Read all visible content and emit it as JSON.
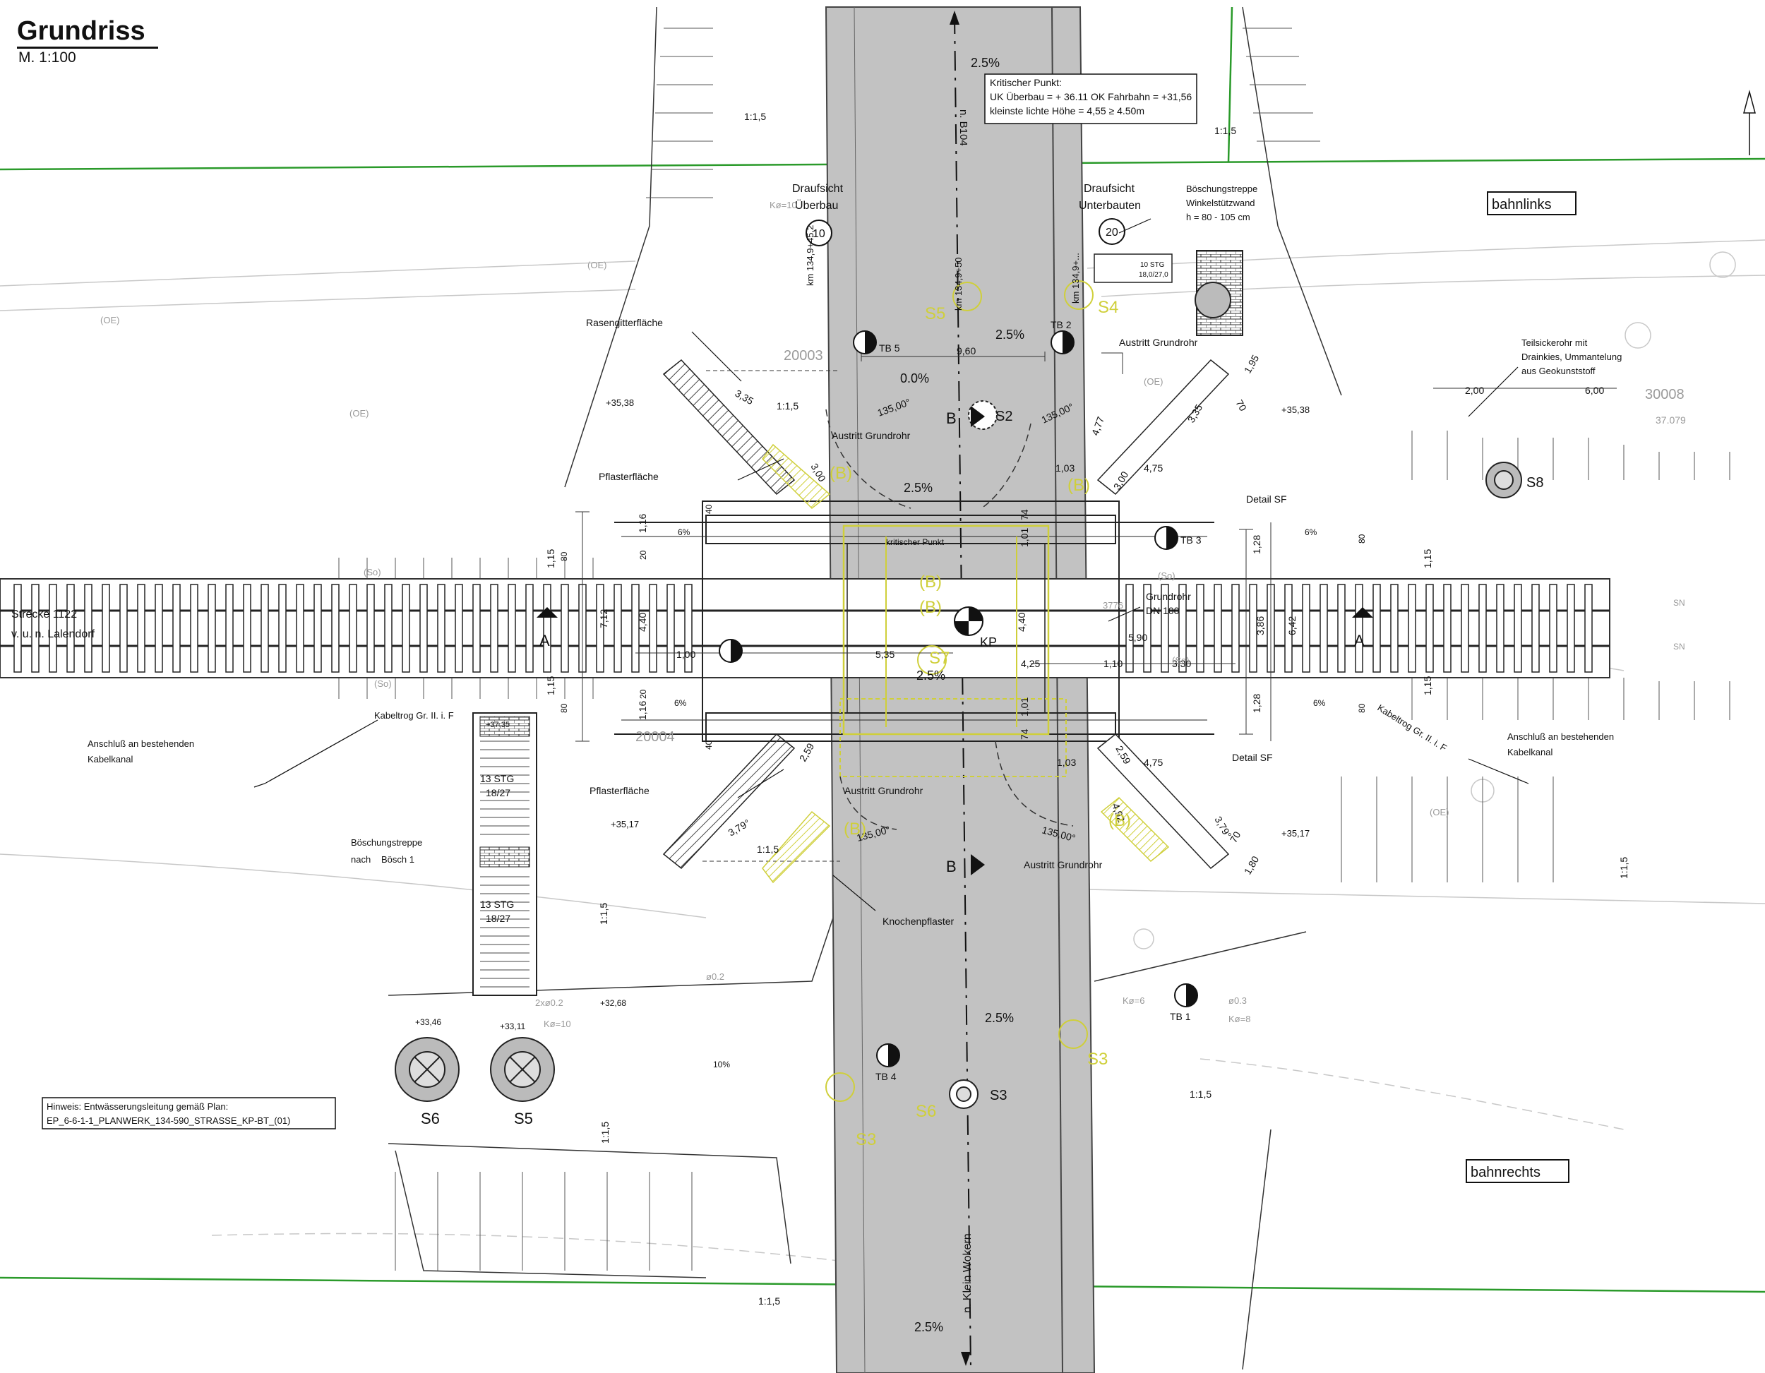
{
  "header": {
    "title": "Grundriss",
    "scale": "M. 1:100"
  },
  "roads": {
    "north": "n. B104",
    "south": "n. Klein Wokern",
    "track_line": "Strecke 1122",
    "track_from": "v. u. n. Lalendorf"
  },
  "critical_point": {
    "heading": "Kritischer Punkt:",
    "line1": "UK Überbau = + 36.11   OK Fahrbahn = +31,56",
    "line2": "kleinste lichte Höhe = 4,55     ≥ 4.50m",
    "marker": "kritischer Punkt"
  },
  "views": {
    "top_left_title1": "Draufsicht",
    "top_left_title2": "Überbau",
    "top_left_number": "10",
    "top_right_title1": "Draufsicht",
    "top_right_title2": "Unterbauten",
    "top_right_number": "20"
  },
  "sides": {
    "left": "bahnlinks",
    "right": "bahnrechts"
  },
  "stations": {
    "km1": "km 134,9+45,2",
    "km2": "km 134,9+50",
    "km3": "km 134,9+..."
  },
  "labels": {
    "rasengitter": "Rasengitterfläche",
    "pflaster_top": "Pflasterfläche",
    "pflaster_bottom": "Pflasterfläche",
    "knochen": "Knochenpflaster",
    "austritt_tl": "Austritt Grundrohr",
    "austritt_tr": "Austritt Grundrohr",
    "austritt_bl": "Austritt Grundrohr",
    "austritt_br": "Austritt Grundrohr",
    "boesch_top_1": "Böschungstreppe",
    "boesch_top_2": "Winkelstützwand",
    "boesch_top_3": "h = 80 - 105 cm",
    "boesch_bot_1": "Böschungstreppe",
    "boesch_bot_2": "nach",
    "boesch_bot_3": "Bösch 1",
    "sicker_1": "Teilsickerohr mit",
    "sicker_2": "Drainkies, Ummantelung",
    "sicker_3": "aus Geokunststoff",
    "grundrohr_1": "Grundrohr",
    "grundrohr_2": "DN 100",
    "detail_sf_top": "Detail SF",
    "detail_sf_bot": "Detail SF",
    "kabeltrog_left": "Kabeltrog Gr. II. i. F",
    "kabeltrog_right": "Kabeltrog Gr. II. i. F",
    "anschluss_l1": "Anschluß an bestehenden",
    "anschluss_l2": "Kabelkanal",
    "anschluss_r1": "Anschluß an bestehenden",
    "anschluss_r2": "Kabelkanal",
    "stg_top": "13 STG",
    "stg_top_dim": "18/27",
    "stg_bot": "13 STG",
    "stg_bot_dim": "18/27",
    "stg_small": "10 STG",
    "stg_small_dim": "18,0/27,0",
    "hinweis_1": "Hinweis: Entwässerungsleitung gemäß Plan:",
    "hinweis_2": "EP_6-6-1-1_PLANWERK_134-590_STRASSE_KP-BT_(01)"
  },
  "markers": {
    "tb": [
      "TB 1",
      "TB 2",
      "TB 3",
      "TB 4",
      "TB 5"
    ],
    "s": [
      "S2",
      "S3",
      "S5",
      "S6",
      "S8"
    ],
    "kp": "KP",
    "section_a": "A",
    "section_b": "B"
  },
  "dims": {
    "slope": "2.5%",
    "slope0": "0.0%",
    "ratio": "1:1,5",
    "angle": "135,00°",
    "d960": "9,60",
    "d440": "4,40",
    "d712": "7,12",
    "d386": "3,86",
    "d642": "6,42",
    "d101": "1,01",
    "d74": "74",
    "d128": "1,28",
    "d425": "4,25",
    "d110": "1,10",
    "d330": "3,30",
    "d535": "5,35",
    "d100": "1,00",
    "d475": "4,75",
    "d103": "1,03",
    "d259": "2,59",
    "d379": "3,79°",
    "d300": "3,00",
    "d335": "3,35",
    "d200": "2,00",
    "d600": "6,00",
    "d590": "5,90",
    "e3538": "+35,38",
    "e3517": "+35,17",
    "e3735": "+37,35",
    "e3346": "+33,46",
    "e3311": "+33,11",
    "e3268": "+32,68",
    "pct6": "6%",
    "pct10": "10%",
    "d116": "1,16",
    "d115": "1,15",
    "d20": "20",
    "d80": "80",
    "d40": "40",
    "d477": "4,77",
    "d492": "4,92",
    "d195": "1,95",
    "d180": "1,80",
    "d70": "70"
  },
  "grey_labels": {
    "oe": "(OE)",
    "so": "(So)",
    "sn": "SN",
    "n20003": "20003",
    "n20004": "20004",
    "n30008": "30008",
    "n37079": "37.079",
    "ko10": "Kø=10",
    "ko6": "Kø=6",
    "ko8": "Kø=8",
    "o02": "ø0.2",
    "o03": "ø0.3",
    "pipe": "2xø0.2",
    "d3": "3776"
  },
  "yellow_labels": {
    "s3": "S3",
    "s4": "S4",
    "s5": "S5",
    "s6": "S6",
    "s7": "S7",
    "b": "(B)"
  }
}
